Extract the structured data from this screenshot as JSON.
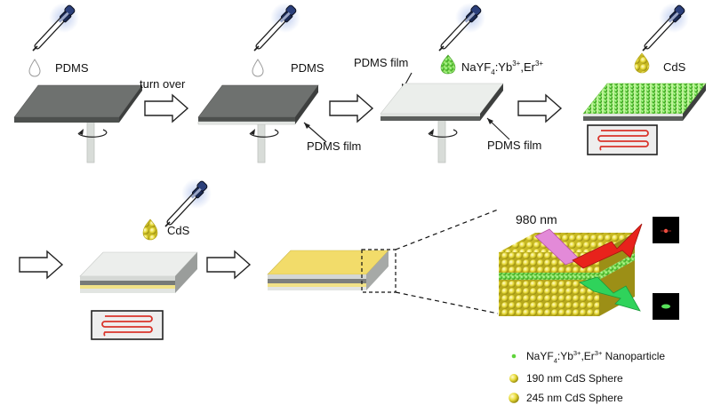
{
  "steps": {
    "step1_liquid": "PDMS",
    "step1_action": "turn over",
    "step2_liquid": "PDMS",
    "step2_film": "PDMS film",
    "step3_top_film": "PDMS film",
    "step3_bottom_film": "PDMS film",
    "step3_liquid_main": "NaYF",
    "step3_liquid_sub": "4",
    "step3_liquid_tail1": ":Yb",
    "step3_liquid_sup1": "3+",
    "step3_liquid_tail2": ",Er",
    "step3_liquid_sup2": "3+",
    "step4_liquid": "CdS",
    "step5_liquid": "CdS"
  },
  "detail": {
    "laser_label": "980 nm"
  },
  "legend": {
    "item1_main": "NaYF",
    "item1_sub": "4",
    "item1_tail1": ":Yb",
    "item1_sup1": "3+",
    "item1_tail2": ",Er",
    "item1_sup2": "3+",
    "item1_tail3": " Nanoparticle",
    "item2": "190 nm CdS Sphere",
    "item3": "245 nm CdS Sphere"
  },
  "colors": {
    "dark_gray_film": "#6f7270",
    "light_film": "#e9ece9",
    "cds_yellow": "#f3e27c",
    "nanoparticle_green": "#6dde3c",
    "heater_red": "#d9342b",
    "pump_laser_pink": "#e38ad8",
    "emission_red": "#e8221c",
    "emission_green": "#2fd35b"
  }
}
